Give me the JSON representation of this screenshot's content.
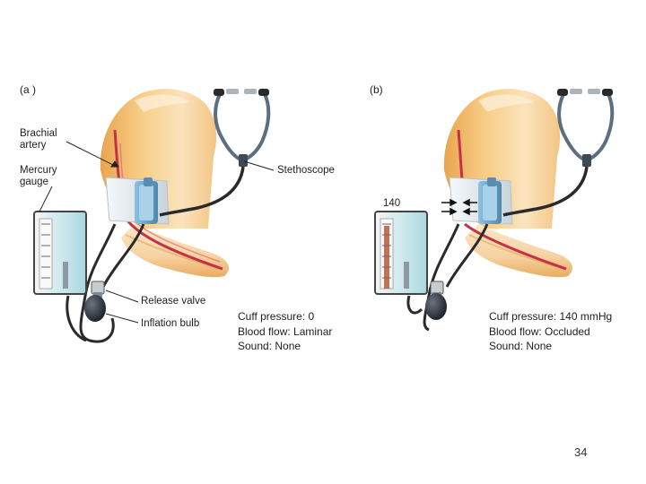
{
  "panel_a": {
    "label": "(a )",
    "labels": {
      "brachial_artery": "Brachial\nartery",
      "mercury_gauge": "Mercury\ngauge",
      "stethoscope": "Stethoscope",
      "release_valve": "Release valve",
      "inflation_bulb": "Inflation bulb"
    },
    "info": [
      "Cuff pressure: 0",
      "Blood flow: Laminar",
      "Sound: None"
    ]
  },
  "panel_b": {
    "label": "(b)",
    "gauge_value": "140",
    "info": [
      "Cuff pressure: 140 mmHg",
      "Blood flow: Occluded",
      "Sound: None"
    ]
  },
  "page_number": "34",
  "colors": {
    "arm": "#f2c27a",
    "arm_shadow": "#e4a552",
    "skin_light": "#fbe7c6",
    "artery": "#c4324a",
    "cuff": "#e6ecef",
    "cuff_tube": "#6b9ec2",
    "tubing": "#2a2a2a",
    "gauge_fill": "#a8dbe1",
    "stethoscope_metal": "#5c6f7f"
  }
}
